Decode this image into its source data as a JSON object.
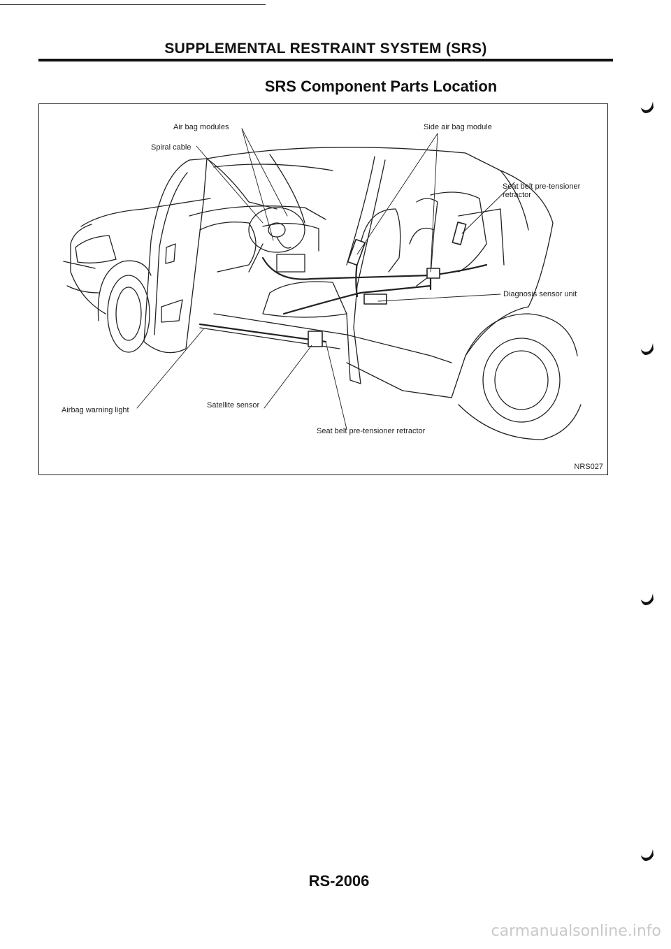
{
  "header": {
    "section_title": "SUPPLEMENTAL RESTRAINT SYSTEM (SRS)"
  },
  "page": {
    "title": "SRS Component Parts Location",
    "page_number": "RS-2006",
    "watermark": "carmanualsonline.info"
  },
  "figure": {
    "code": "NRS027",
    "labels": {
      "air_bag_modules": "Air bag modules",
      "spiral_cable": "Spiral cable",
      "side_air_bag_module": "Side air bag module",
      "seat_belt_pretensioner_rear": "Seat belt pre-tensioner retractor",
      "diagnosis_sensor_unit": "Diagnosis sensor unit",
      "airbag_warning_light": "Airbag warning light",
      "satellite_sensor": "Satellite sensor",
      "seat_belt_pretensioner_front": "Seat belt pre-tensioner retractor"
    }
  }
}
